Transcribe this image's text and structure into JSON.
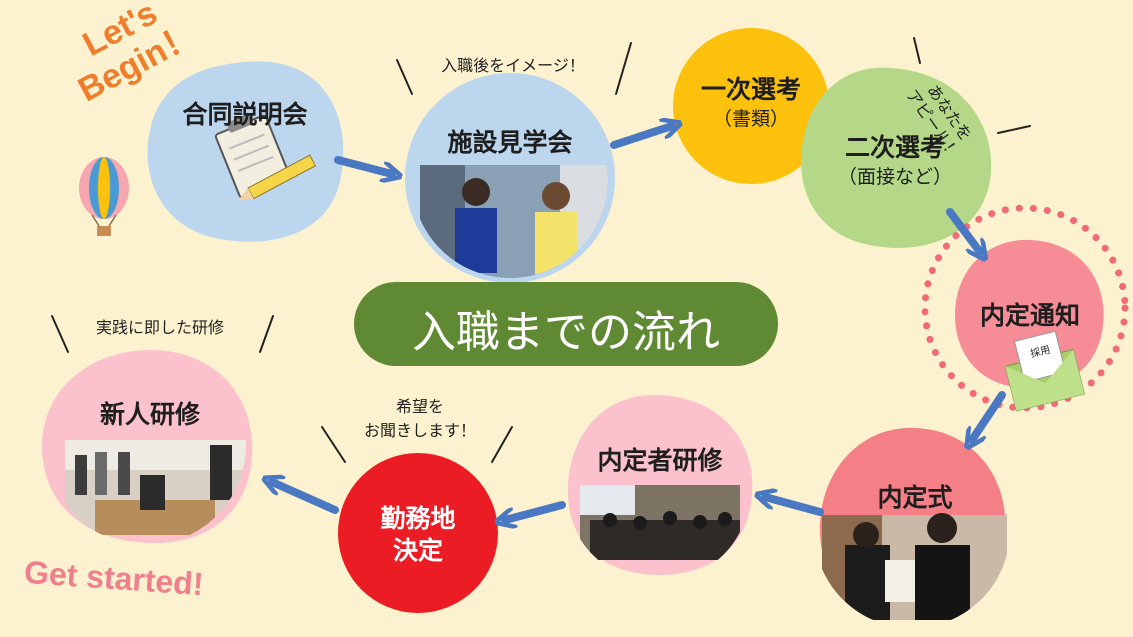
{
  "title": "入職までの流れ",
  "intro_text": {
    "line1": "Let's",
    "line2": "Begin！"
  },
  "outro_text": "Get started!",
  "steps": [
    {
      "label": "合同説明会"
    },
    {
      "label": "施設見学会",
      "note": "入職後をイメージ！"
    },
    {
      "label": "一次選考",
      "sub": "（書類）"
    },
    {
      "label": "二次選考",
      "sub": "（面接など）",
      "note_line1": "あなたを",
      "note_line2": "アピール！"
    },
    {
      "label": "内定通知",
      "envelope_tag": "採用"
    },
    {
      "label": "内定式"
    },
    {
      "label": "内定者研修"
    },
    {
      "label_line1": "勤務地",
      "label_line2": "決定",
      "note_line1": "希望を",
      "note_line2": "お聞きします！"
    },
    {
      "label": "新人研修",
      "note": "実践に即した研修"
    }
  ],
  "colors": {
    "background": "#fdf2cf",
    "blue_circle": "#bcd6ee",
    "yellow_circle": "#fbc10c",
    "green_circle": "#b5d888",
    "pink_circle": "#f6a7b0",
    "light_pink_circle": "#fbc2cd",
    "red_circle": "#ec1c24",
    "arrow": "#4a78c2",
    "title_bg": "#5f8a33",
    "intro_text": "#ef7d2c",
    "outro_text": "#f07f8d"
  },
  "icons": [
    "balloon-icon",
    "clipboard-icon",
    "envelope-icon",
    "arrow-right-icon",
    "arrow-down-icon",
    "arrow-left-icon"
  ]
}
